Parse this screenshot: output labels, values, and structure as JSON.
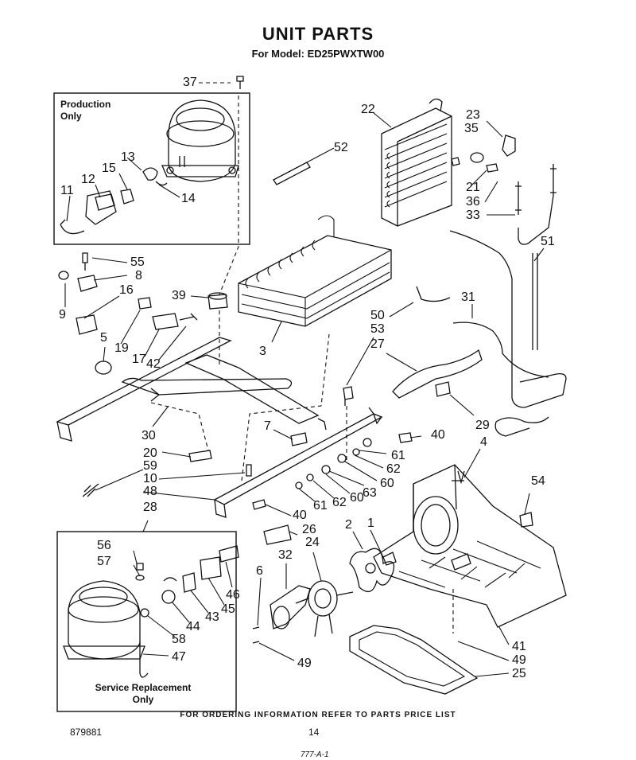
{
  "header": {
    "title": "UNIT PARTS",
    "model": "For Model: ED25PWXTW00"
  },
  "boxes": {
    "production": "Production\nOnly",
    "service": "Service Replacement\nOnly"
  },
  "callouts": {
    "c37": "37",
    "c22": "22",
    "c23": "23",
    "c35": "35",
    "c52": "52",
    "c13": "13",
    "c15": "15",
    "c12": "12",
    "c11": "11",
    "c14": "14",
    "c21": "21",
    "c36": "36",
    "c33": "33",
    "c51": "51",
    "c55": "55",
    "c8": "8",
    "c9": "9",
    "c16": "16",
    "c39": "39",
    "c50": "50",
    "c31": "31",
    "c53": "53",
    "c27": "27",
    "c5": "5",
    "c19": "19",
    "c17": "17",
    "c42": "42",
    "c3": "3",
    "c29": "29",
    "c7": "7",
    "c40a": "40",
    "c4": "4",
    "c30": "30",
    "c20": "20",
    "c61a": "61",
    "c59": "59",
    "c62a": "62",
    "c10": "10",
    "c60a": "60",
    "c48": "48",
    "c63": "63",
    "c61b": "61",
    "c62b": "62",
    "c60b": "60",
    "c54": "54",
    "c28": "28",
    "c40b": "40",
    "c26": "26",
    "c2": "2",
    "c1": "1",
    "c56": "56",
    "c24": "24",
    "c32": "32",
    "c57": "57",
    "c46": "46",
    "c6": "6",
    "c45": "45",
    "c43": "43",
    "c44": "44",
    "c58": "58",
    "c47": "47",
    "c41": "41",
    "c49a": "49",
    "c49b": "49",
    "c25": "25"
  },
  "footer": {
    "note": "FOR ORDERING INFORMATION REFER TO PARTS PRICE LIST",
    "doc_number": "879881",
    "page": "14",
    "mark": "777-A-1"
  }
}
